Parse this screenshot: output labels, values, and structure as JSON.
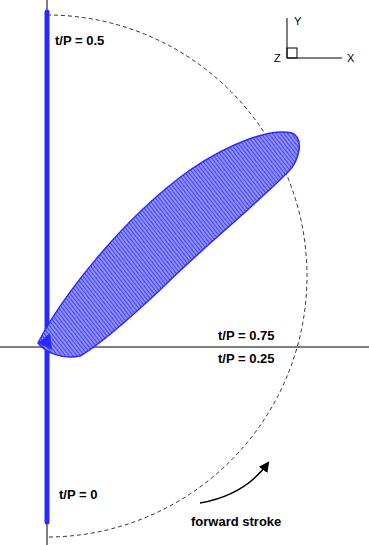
{
  "diagram": {
    "labels": [
      "t/P = 0.5",
      "t/P = 0.75",
      "t/P = 0.25",
      "t/P = 0",
      "forward stroke",
      "Y",
      "X",
      "Z"
    ]
  }
}
